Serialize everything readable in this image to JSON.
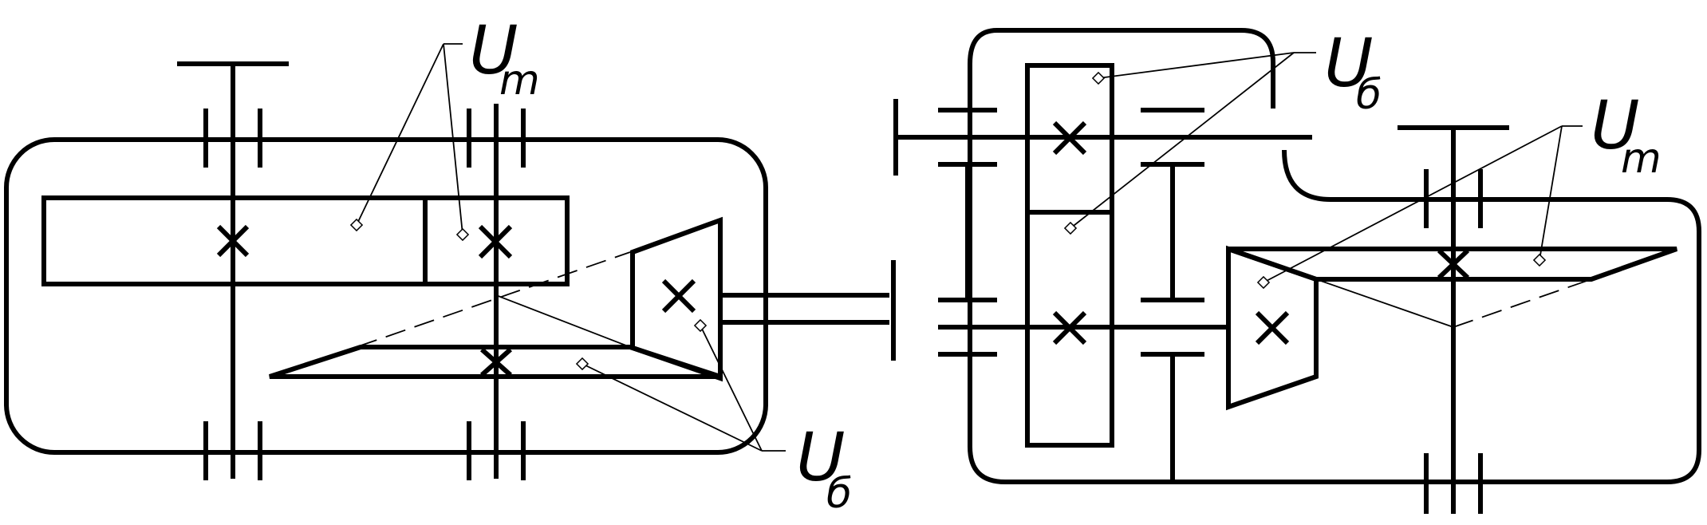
{
  "labels": {
    "left_top": {
      "main": "U",
      "sub": "m"
    },
    "left_bottom": {
      "main": "U",
      "sub": "б"
    },
    "right_left": {
      "main": "U",
      "sub": "б"
    },
    "right_right": {
      "main": "U",
      "sub": "m"
    }
  }
}
